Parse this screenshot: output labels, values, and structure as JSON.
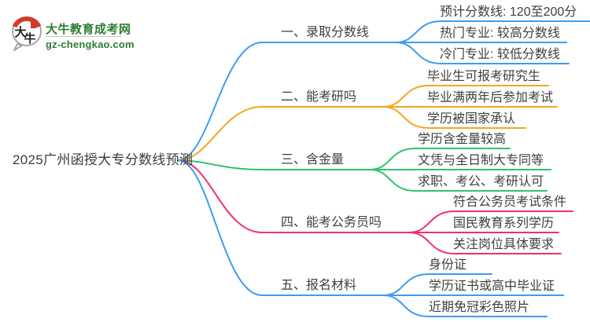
{
  "site": {
    "name": "大牛教育成考网",
    "domain": "gz-chengkao.com",
    "icon_text": "大牛",
    "brand_green": "#2e7d32",
    "brand_red": "#d23c2e"
  },
  "root": {
    "title": "2025广州函授大专分数线预测"
  },
  "branches": [
    {
      "label": "一、录取分数线",
      "color": "#3e9bf5",
      "children": [
        "预计分数线: 120至200分",
        "热门专业: 较高分数线",
        "冷门专业: 较低分数线"
      ]
    },
    {
      "label": "二、能考研吗",
      "color": "#f5a623",
      "children": [
        "毕业生可报考研究生",
        "毕业满两年后参加考试",
        "学历被国家承认"
      ]
    },
    {
      "label": "三、含金量",
      "color": "#2ec46f",
      "children": [
        "学历含金量较高",
        "文凭与全日制大专同等",
        "求职、考公、考研认可"
      ]
    },
    {
      "label": "四、能考公务员吗",
      "color": "#f02e75",
      "children": [
        "符合公务员考试条件",
        "国民教育系列学历",
        "关注岗位具体要求"
      ]
    },
    {
      "label": "五、报名材料",
      "color": "#3e9bf5",
      "children": [
        "身份证",
        "学历证书或高中毕业证",
        "近期免冠彩色照片"
      ]
    }
  ]
}
